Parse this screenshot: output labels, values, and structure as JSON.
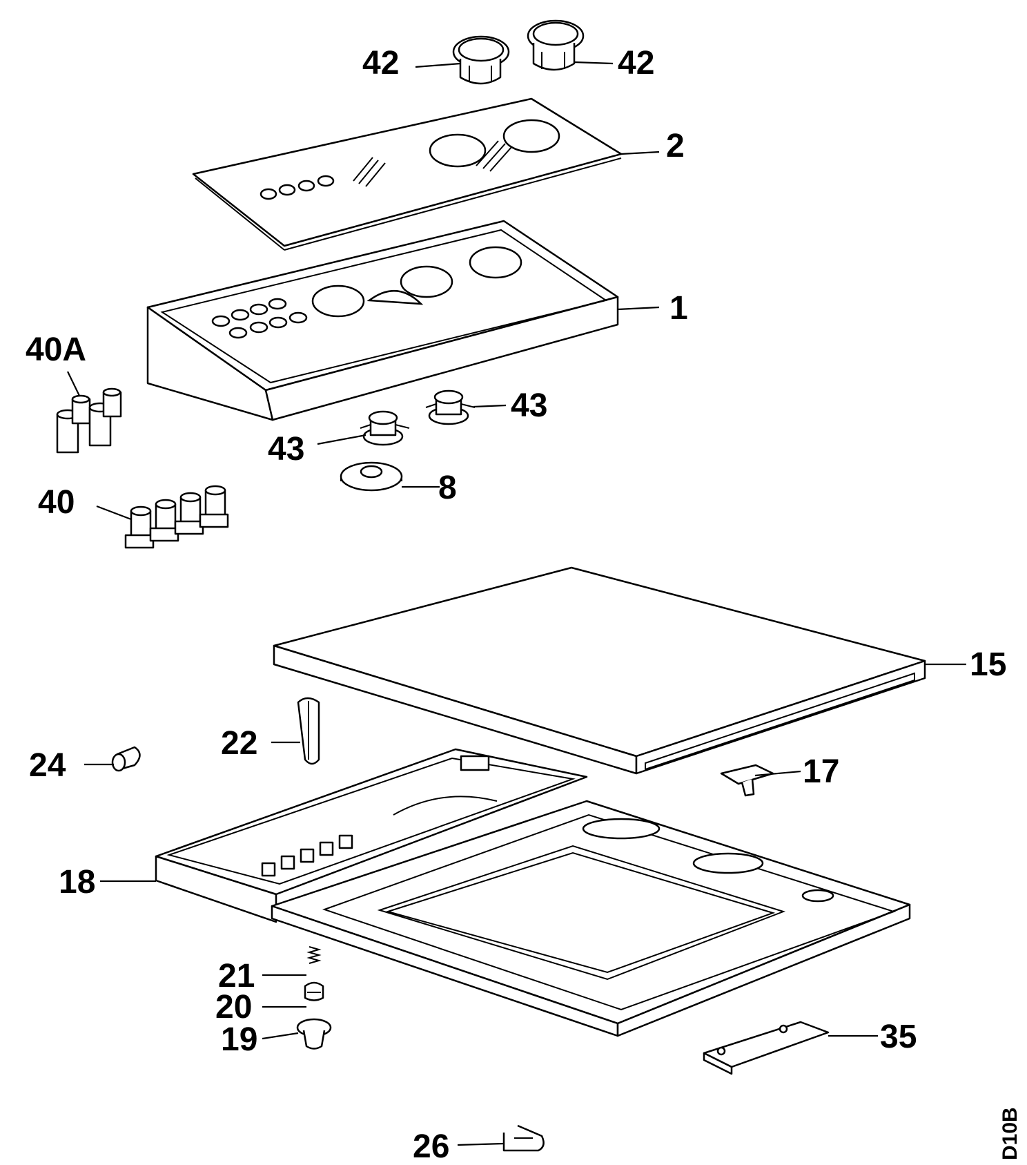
{
  "diagram_code": "D10B",
  "colors": {
    "line": "#000000",
    "background": "#ffffff"
  },
  "callouts": {
    "c42a": "42",
    "c42b": "42",
    "c2": "2",
    "c1": "1",
    "c40a": "40A",
    "c43a": "43",
    "c43b": "43",
    "c8": "8",
    "c40": "40",
    "c15": "15",
    "c22": "22",
    "c24": "24",
    "c17": "17",
    "c18": "18",
    "c21": "21",
    "c20": "20",
    "c19": "19",
    "c35": "35",
    "c26": "26"
  }
}
